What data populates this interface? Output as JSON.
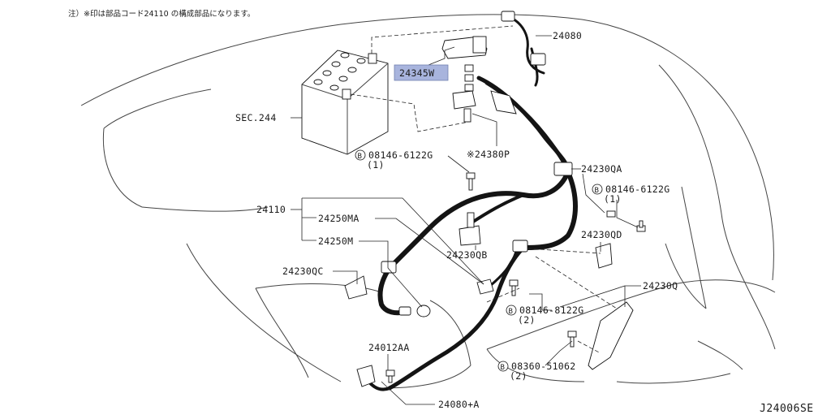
{
  "note": "注）※印は部品コード24110 の構成部品になります。",
  "diagram_code": "J24006SE",
  "colors": {
    "highlight": "#a8b4dd",
    "harness": "#141414",
    "outline": "#444444"
  },
  "labels": {
    "p24080": "24080",
    "p24345w": "24345W",
    "sec244": "SEC.244",
    "p24380p": "※24380P",
    "bolt_08146_6122g_a": "08146-6122G",
    "bolt_08146_6122g_a_qty": "(1)",
    "p24230qa": "24230QA",
    "bolt_08146_6122g_b": "08146-6122G",
    "bolt_08146_6122g_b_qty": "(1)",
    "p24110": "24110",
    "p24250ma": "24250MA",
    "p24250m": "24250M",
    "p24230qd": "24230QD",
    "p24230qb": "24230QB",
    "p24230qc": "24230QC",
    "p24230q": "24230Q",
    "bolt_08146_8122g": "08146-8122G",
    "bolt_08146_8122g_qty": "(2)",
    "p24012aa": "24012AA",
    "bolt_08360_51062": "08360-51062",
    "bolt_08360_51062_qty": "(2)",
    "p24080a": "24080+A",
    "bolt_marker": "B"
  }
}
